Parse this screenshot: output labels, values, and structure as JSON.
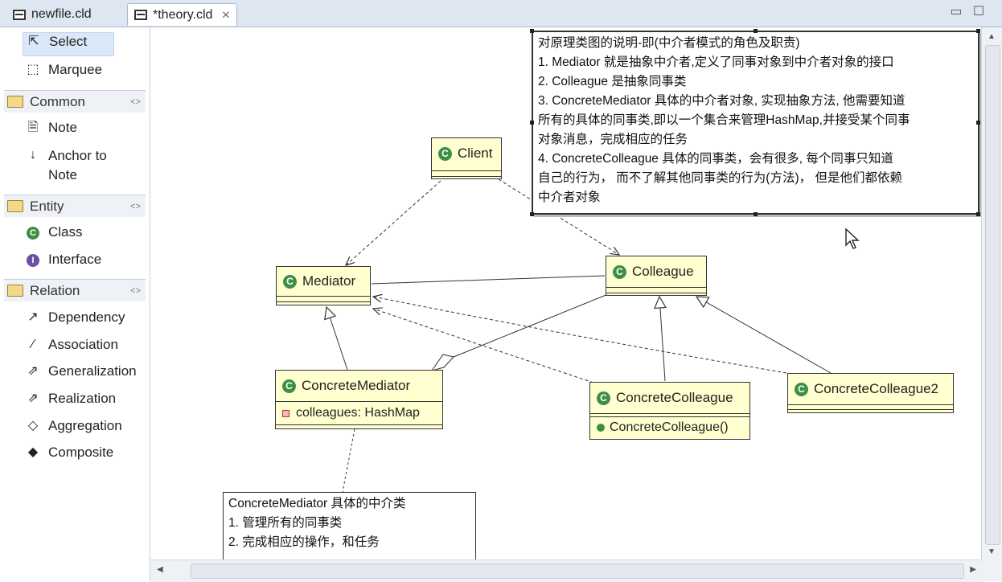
{
  "tabs": [
    {
      "label": "newfile.cld"
    },
    {
      "label": "*theory.cld"
    }
  ],
  "palette": {
    "tools": [
      {
        "label": "Select"
      },
      {
        "label": "Marquee"
      }
    ],
    "common": {
      "title": "Common",
      "items": [
        {
          "label": "Note"
        },
        {
          "label": "Anchor to Note"
        }
      ]
    },
    "entity": {
      "title": "Entity",
      "items": [
        {
          "label": "Class"
        },
        {
          "label": "Interface"
        }
      ]
    },
    "relation": {
      "title": "Relation",
      "items": [
        {
          "label": "Dependency"
        },
        {
          "label": "Association"
        },
        {
          "label": "Generalization"
        },
        {
          "label": "Realization"
        },
        {
          "label": "Aggregation"
        },
        {
          "label": "Composite"
        }
      ]
    }
  },
  "classes": {
    "client": {
      "name": "Client"
    },
    "mediator": {
      "name": "Mediator"
    },
    "colleague": {
      "name": "Colleague"
    },
    "concrete_mediator": {
      "name": "ConcreteMediator",
      "attribute": "colleagues: HashMap"
    },
    "concrete_colleague": {
      "name": "ConcreteColleague",
      "method": "ConcreteColleague()"
    },
    "concrete_colleague2": {
      "name": "ConcreteColleague2"
    }
  },
  "notes": {
    "principle": [
      "对原理类图的说明-即(中介者模式的角色及职责)",
      "1. Mediator 就是抽象中介者,定义了同事对象到中介者对象的接口",
      "2. Colleague 是抽象同事类",
      "3. ConcreteMediator 具体的中介者对象, 实现抽象方法, 他需要知道",
      "所有的具体的同事类,即以一个集合来管理HashMap,并接受某个同事",
      "对象消息，完成相应的任务",
      "4. ConcreteColleague 具体的同事类，会有很多, 每个同事只知道",
      "自己的行为， 而不了解其他同事类的行为(方法)， 但是他们都依赖",
      "中介者对象"
    ],
    "concrete_mediator": [
      "ConcreteMediator 具体的中介类",
      "1. 管理所有的同事类",
      "2. 完成相应的操作，和任务"
    ]
  }
}
